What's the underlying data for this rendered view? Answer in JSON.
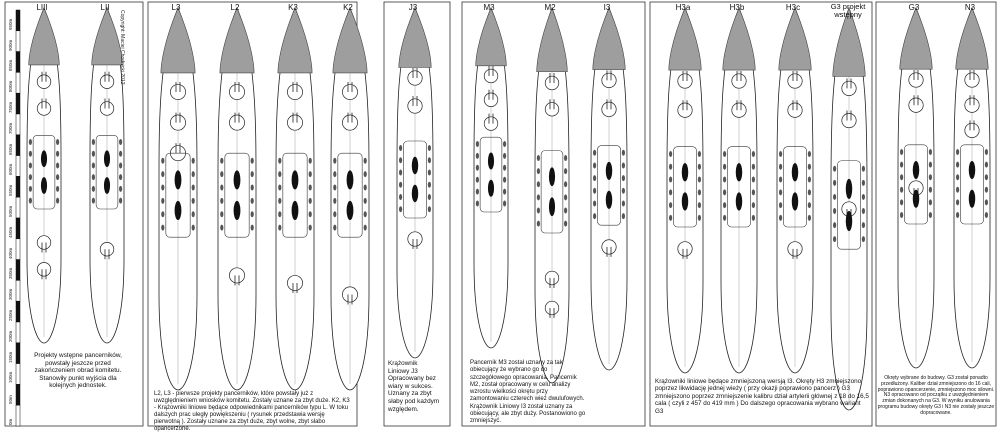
{
  "copyright": "Copyright: Maciej Chodnicki 2012",
  "scale_ticks": [
    "0m",
    "50m",
    "100m",
    "150m",
    "200m",
    "250m",
    "300m",
    "350m",
    "400m",
    "450m",
    "500m",
    "550m",
    "600m",
    "650m",
    "700m",
    "750m",
    "800m",
    "850m",
    "900m",
    "950m"
  ],
  "ship_labels": [
    "LIII",
    "LII",
    "L3",
    "L2",
    "K3",
    "K2",
    "J3",
    "M3",
    "M2",
    "I3",
    "H3a",
    "H3b",
    "H3c",
    "G3 projekt wstępny",
    "G3",
    "N3"
  ],
  "descriptions": [
    "Projekty wstępne pancerników, powstały jeszcze przed zakończeniem obrad komitetu. Stanowiły punkt wyjścia dla kolejnych jednostek.",
    "L2, L3 - pierwsze projekty pancerników, które powstały już z uwzględnieniem wniosków komitetu. Zostały uznane za zbyt duże. K2, K3 - Krążowniki liniowe będące odpowiednikami pancerników typu L. W toku dalszych prac uległy powiększeniu ( rysunek przedstawia wersję pierwotną ). Zostały uznane za zbyt duże, zbyt wolne, zbyt słabo opancerzone.",
    "Krążownik Liniowy J3 Opracowany bez wiary w sukces. Uznany za zbyt słaby pod każdym względem.",
    "Pancernik M3 został uznany za tak obiecujący że wybrano go do szczegółowego opracowania. Pancernik M2, został opracowany w celu analizy wzrostu wielkości okrętu przy zamontowaniu czterech wież dwulufowych. Krążownik Liniowy I3 został uznany za obiecujący, ale zbyt duży. Postanowiono go zmniejszyć.",
    "Krążowniki liniowe będące zmniejszoną wersją I3. Okręty H3 zmniejszono poprzez likwidację jednej wieży ( przy okazji poprawiono pancerz ) G3 zmniejszono poprzez zmniejszenie kalibru dział artylerii głównej z 18 do 16,5 cala ( czyli z 457 do 419 mm ) Do dalszego opracowania wybrano wariant G3",
    "Okręty wybrane do budowy. G3 został ponadto przedłużony. Kaliber dział zmniejszono do 16 cali, poprawiono opancerzenie, zmniejszono moc silowni. N3 opracowano od początku z uwzględnieniem zmian dokonanych na G3. W wyniku anulowania programu budowy okręty G3 i N3 nie zostały jeszcze dopracowane."
  ]
}
